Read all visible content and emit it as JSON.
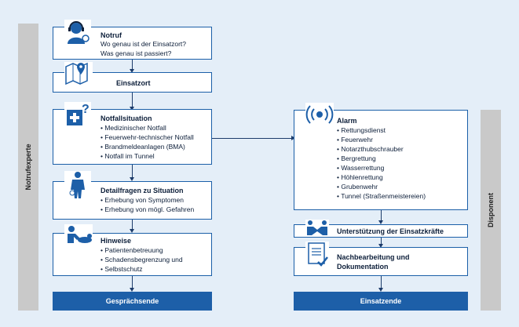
{
  "left_label": "Notrufexperte",
  "right_label": "Disponent",
  "notruf": {
    "title": "Notruf",
    "lines": [
      "Wo genau ist der Einsatzort?",
      "Was genau ist passiert?"
    ]
  },
  "einsatzort": {
    "title": "Einsatzort"
  },
  "notfallsituation": {
    "title": "Notfallsituation",
    "items": [
      "Medizinischer Notfall",
      "Feuerwehr-technischer Notfall",
      "Brandmeldeanlagen (BMA)",
      "Notfall im Tunnel"
    ]
  },
  "detailfragen": {
    "title": "Detailfragen zu Situation",
    "items": [
      "Erhebung von Symptomen",
      "Erhebung von mögl. Gefahren"
    ]
  },
  "hinweise": {
    "title": "Hinweise",
    "items": [
      "Patientenbetreuung",
      "Schadensbegrenzung und",
      "Selbstschutz"
    ]
  },
  "gespraechsende": "Gesprächsende",
  "alarm": {
    "title": "Alarm",
    "items": [
      "Rettungsdienst",
      "Feuerwehr",
      "Notarzthubschrauber",
      "Bergrettung",
      "Wasserrettung",
      "Höhlenrettung",
      "Grubenwehr",
      "Tunnel (Straßenmeistereien)"
    ]
  },
  "unterstuetzung": {
    "title": "Unterstützung der Einsatzkräfte"
  },
  "nachbearbeitung": {
    "title_line1": "Nachbearbeitung und",
    "title_line2": "Dokumentation"
  },
  "einsatzende": "Einsatzende",
  "colors": {
    "primary": "#1d5fa8",
    "background": "#e4eef8",
    "side": "#c9c9c9"
  },
  "icons": [
    "headset-operator-icon",
    "map-pin-icon",
    "medical-question-icon",
    "injured-person-icon",
    "first-aid-person-icon",
    "alarm-signal-icon",
    "handshake-icon",
    "document-check-icon"
  ]
}
